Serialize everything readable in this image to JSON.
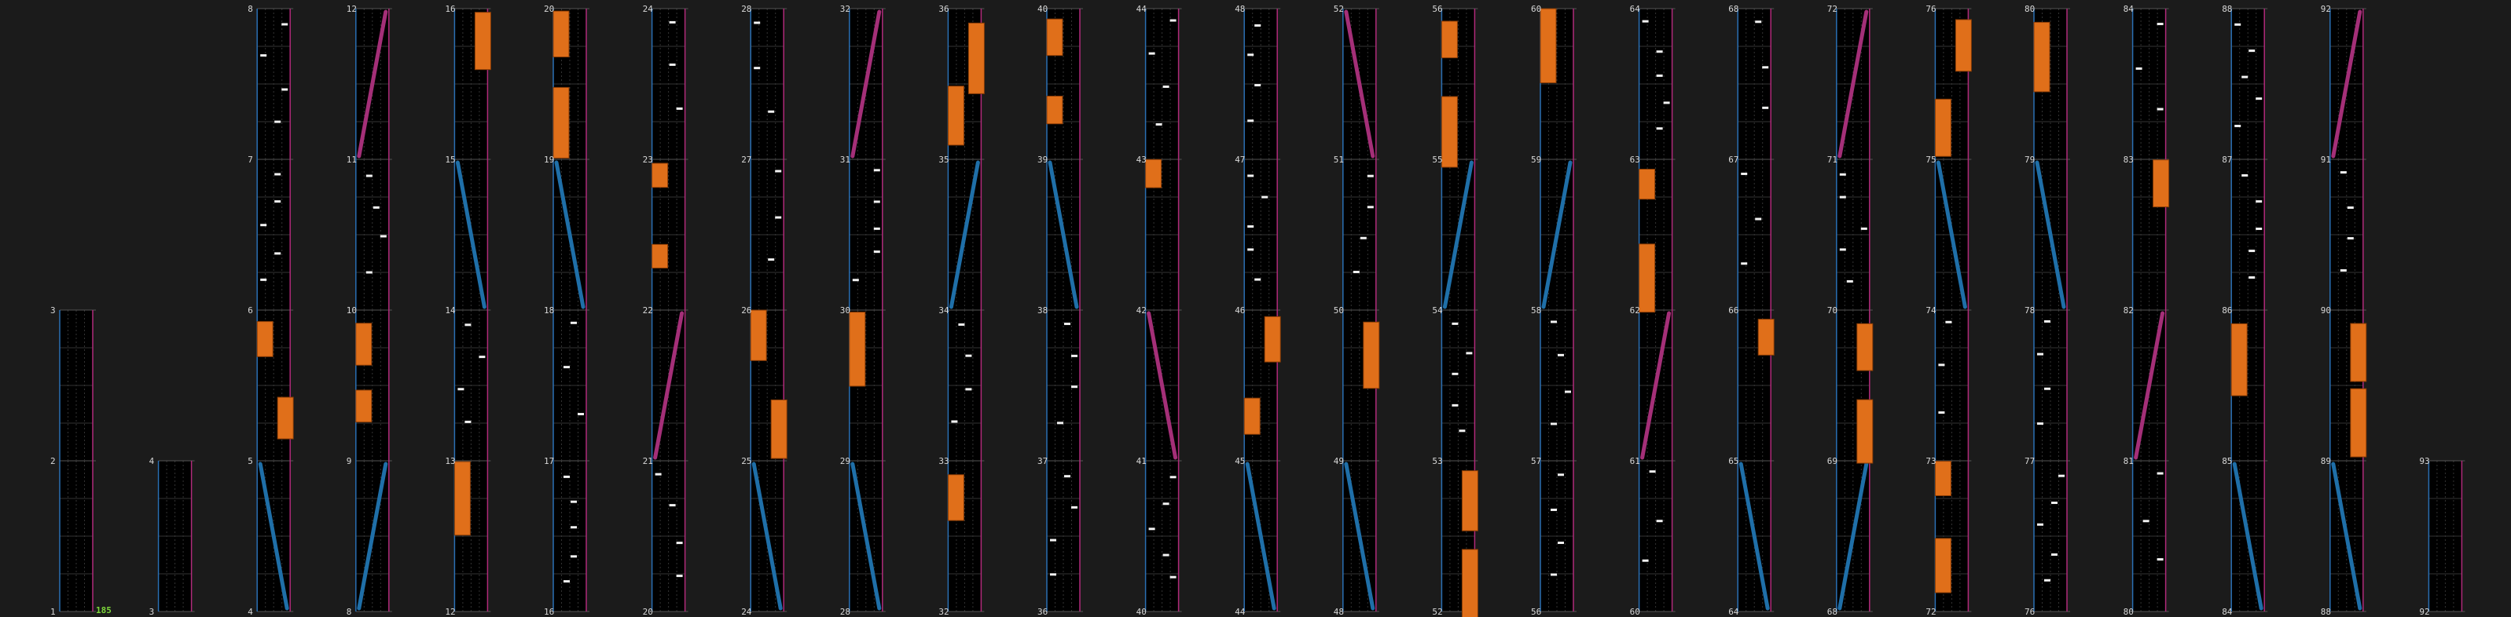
{
  "chart_data": {
    "type": "rhythm-chart-columns",
    "measure_count": 93,
    "combo_label": "185",
    "colors": {
      "background": "#1b1b1b",
      "lane": "#000000",
      "grid": "#333333",
      "left_border": "#2a6fb3",
      "right_border": "#b02a7a",
      "hold": "#e06f1a",
      "tap": "#f2f2f2",
      "slider_blue": "#1f6fa8",
      "slider_pink": "#a42f78",
      "label": "#d8d8d8",
      "combo": "#7dd63a"
    },
    "columns": [
      {
        "measures": [
          1,
          2,
          3
        ]
      },
      {
        "measures": [
          3,
          4
        ]
      },
      {
        "measures": [
          4,
          5,
          6,
          7,
          8
        ]
      },
      {
        "measures": [
          8,
          9,
          10,
          11,
          12
        ]
      },
      {
        "measures": [
          12,
          13,
          14,
          15,
          16
        ]
      },
      {
        "measures": [
          16,
          17,
          18,
          19,
          20
        ]
      },
      {
        "measures": [
          20,
          21,
          22,
          23,
          24
        ]
      },
      {
        "measures": [
          24,
          25,
          26,
          27,
          28
        ]
      },
      {
        "measures": [
          28,
          29,
          30,
          31,
          32
        ]
      },
      {
        "measures": [
          32,
          33,
          34,
          35,
          36
        ]
      },
      {
        "measures": [
          36,
          37,
          38,
          39,
          40
        ]
      },
      {
        "measures": [
          40,
          41,
          42,
          43,
          44
        ]
      },
      {
        "measures": [
          44,
          45,
          46,
          47,
          48
        ]
      },
      {
        "measures": [
          48,
          49,
          50,
          51,
          52
        ]
      },
      {
        "measures": [
          52,
          53,
          54,
          55,
          56
        ]
      },
      {
        "measures": [
          56,
          57,
          58,
          59,
          60
        ]
      },
      {
        "measures": [
          60,
          61,
          62,
          63,
          64
        ]
      },
      {
        "measures": [
          64,
          65,
          66,
          67,
          68
        ]
      },
      {
        "measures": [
          68,
          69,
          70,
          71,
          72
        ]
      },
      {
        "measures": [
          72,
          73,
          74,
          75,
          76
        ]
      },
      {
        "measures": [
          76,
          77,
          78,
          79,
          80
        ]
      },
      {
        "measures": [
          80,
          81,
          82,
          83,
          84
        ]
      },
      {
        "measures": [
          84,
          85,
          86,
          87,
          88
        ]
      },
      {
        "measures": [
          88,
          89,
          90,
          91,
          92
        ]
      },
      {
        "measures": [
          92,
          93
        ]
      }
    ]
  }
}
